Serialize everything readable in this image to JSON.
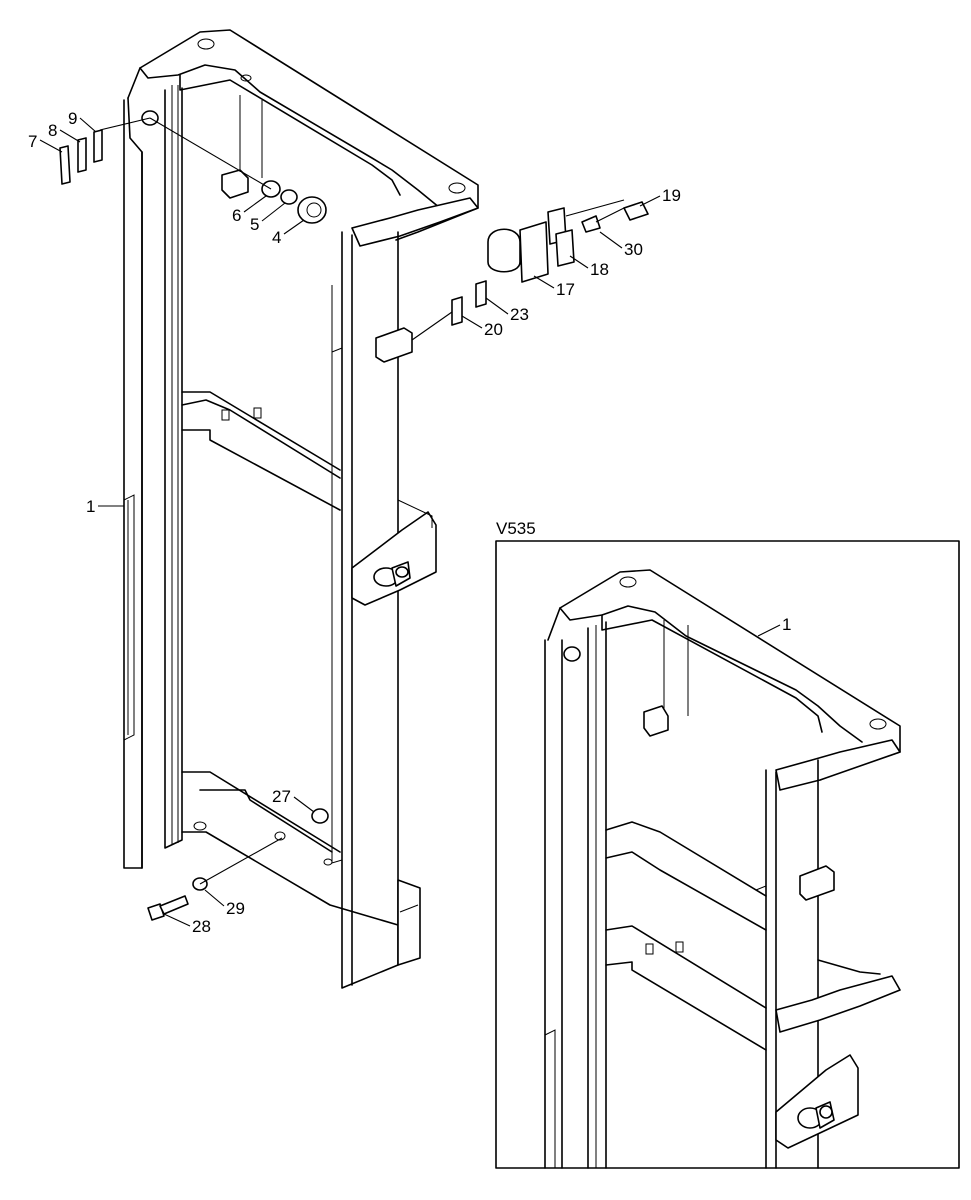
{
  "inset_title": "V535",
  "callouts": {
    "c1": "1",
    "c4": "4",
    "c5": "5",
    "c6": "6",
    "c7": "7",
    "c8": "8",
    "c9": "9",
    "c17": "17",
    "c18": "18",
    "c19": "19",
    "c20": "20",
    "c23": "23",
    "c27": "27",
    "c28": "28",
    "c29": "29",
    "c30": "30",
    "inset_c1": "1"
  },
  "icons": [
    "mast-frame-drawing",
    "bracket-hardware-drawing"
  ]
}
